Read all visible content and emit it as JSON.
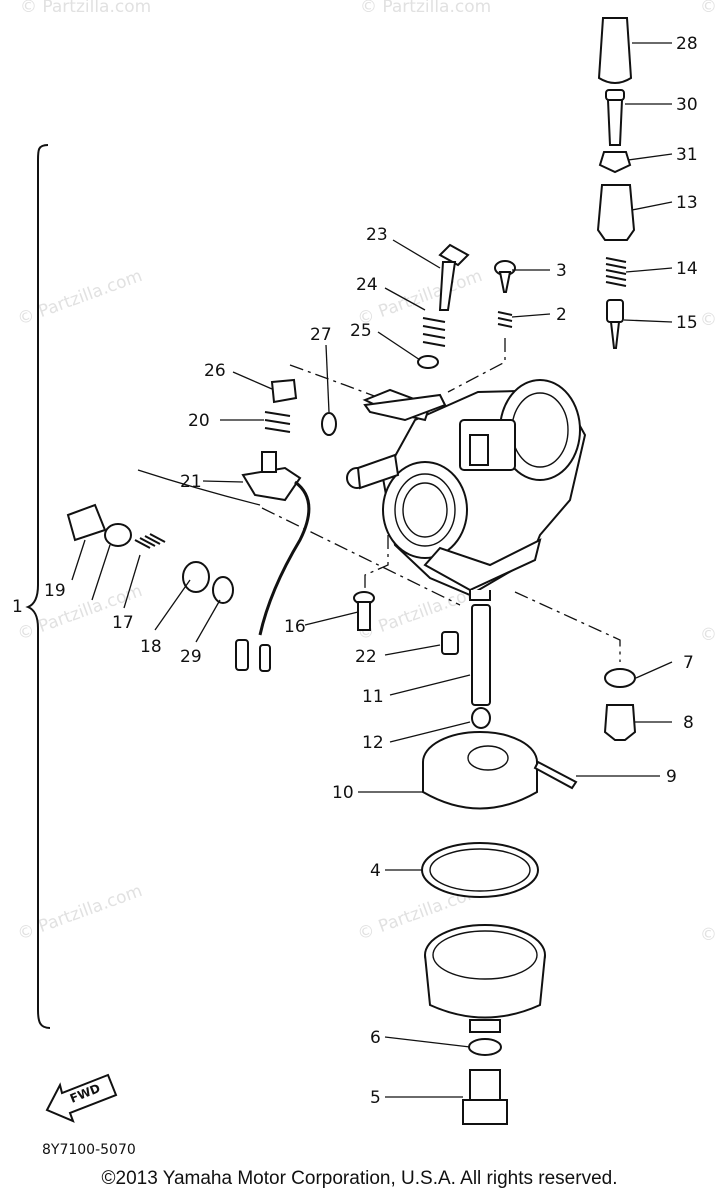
{
  "diagram": {
    "callouts": [
      "1",
      "2",
      "3",
      "4",
      "5",
      "6",
      "7",
      "8",
      "9",
      "10",
      "11",
      "12",
      "13",
      "14",
      "15",
      "16",
      "17",
      "18",
      "19",
      "20",
      "21",
      "22",
      "23",
      "24",
      "25",
      "26",
      "27",
      "28",
      "29",
      "30",
      "31"
    ],
    "watermark": "© Partzilla.com",
    "fwd_label": "FWD",
    "drawing_code": "8Y7100-5070"
  },
  "footer": {
    "copyright": "©2013 Yamaha Motor Corporation, U.S.A. All rights reserved."
  }
}
